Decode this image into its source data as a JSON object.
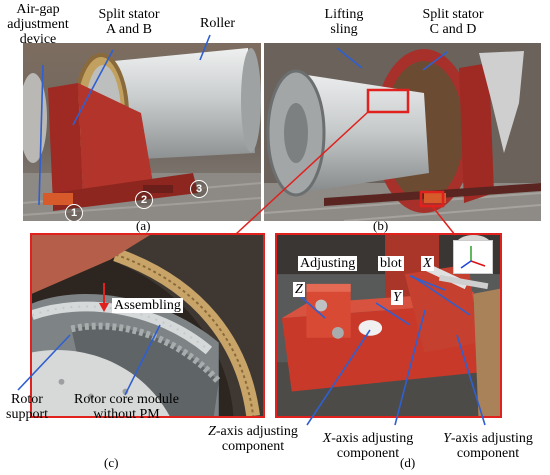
{
  "top_labels": {
    "air_gap_line1": "Air-gap",
    "air_gap_line2": "adjustment",
    "air_gap_line3": "device",
    "split_ab_line1": "Split stator",
    "split_ab_line2": "A and B",
    "roller": "Roller",
    "lifting_line1": "Lifting",
    "lifting_line2": "sling",
    "split_cd_line1": "Split stator",
    "split_cd_line2": "C and D"
  },
  "markers": [
    "1",
    "2",
    "3"
  ],
  "captions": {
    "a": "(a)",
    "b": "(b)",
    "c": "(c)",
    "d": "(d)"
  },
  "panel_c": {
    "assembling": "Assembling",
    "rotor_support_line1": "Rotor",
    "rotor_support_line2": "support",
    "rotor_core_line1": "Rotor core module",
    "rotor_core_line2": "without PM"
  },
  "panel_d": {
    "adjusting": "Adjusting",
    "blot": "blot",
    "x": "X",
    "y": "Y",
    "z": "Z"
  },
  "bottom_labels": {
    "z_axis_italic": "Z",
    "z_axis_rest": "-axis adjusting",
    "z_axis_line2": "component",
    "x_axis_italic": "X",
    "x_axis_rest": "-axis adjusting",
    "x_axis_line2": "component",
    "y_axis_italic": "Y",
    "y_axis_rest": "-axis adjusting",
    "y_axis_line2": "component"
  },
  "colors": {
    "highlight_red": "#e0211d",
    "pointer_blue": "#2f5fd0",
    "frame_red": "#b8332b"
  }
}
